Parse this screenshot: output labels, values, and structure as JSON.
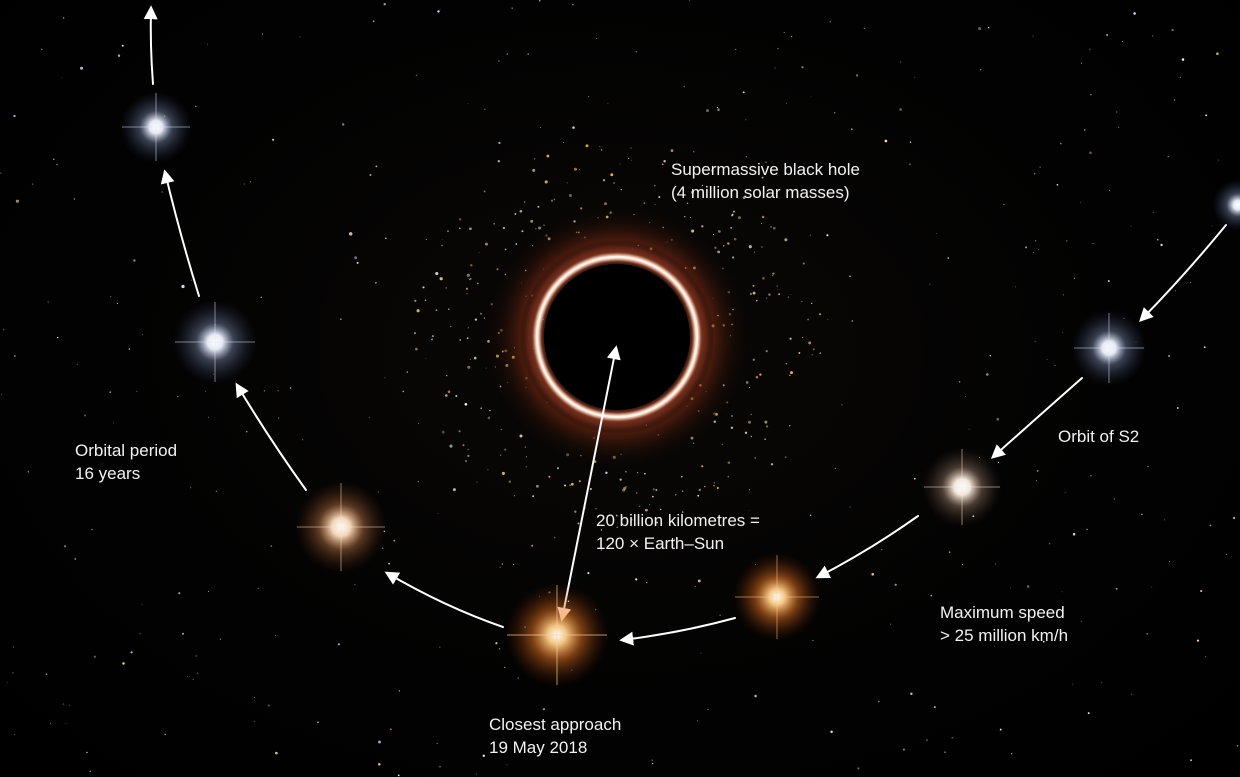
{
  "labels": {
    "black_hole": {
      "line1": "Supermassive black hole",
      "line2": "(4 million solar masses)"
    },
    "orbital_period": {
      "line1": "Orbital period",
      "line2": "16 years"
    },
    "orbit_name": {
      "line1": "Orbit of S2"
    },
    "distance": {
      "line1": "20 billion kilometres =",
      "line2": "120 × Earth–Sun"
    },
    "max_speed": {
      "line1": "Maximum speed",
      "line2": "> 25 million km/h"
    },
    "closest_approach": {
      "line1": "Closest approach",
      "line2": "19 May 2018"
    }
  },
  "colors": {
    "background": "#000000",
    "ring": "#ffd9c2",
    "ring_glow": "#c8502c",
    "star_blue": "#dce8ff",
    "star_warm": "#ffcfa0",
    "star_orange": "#ff9a3c",
    "arrow": "#ffffff",
    "text": "#f2f2f2"
  }
}
